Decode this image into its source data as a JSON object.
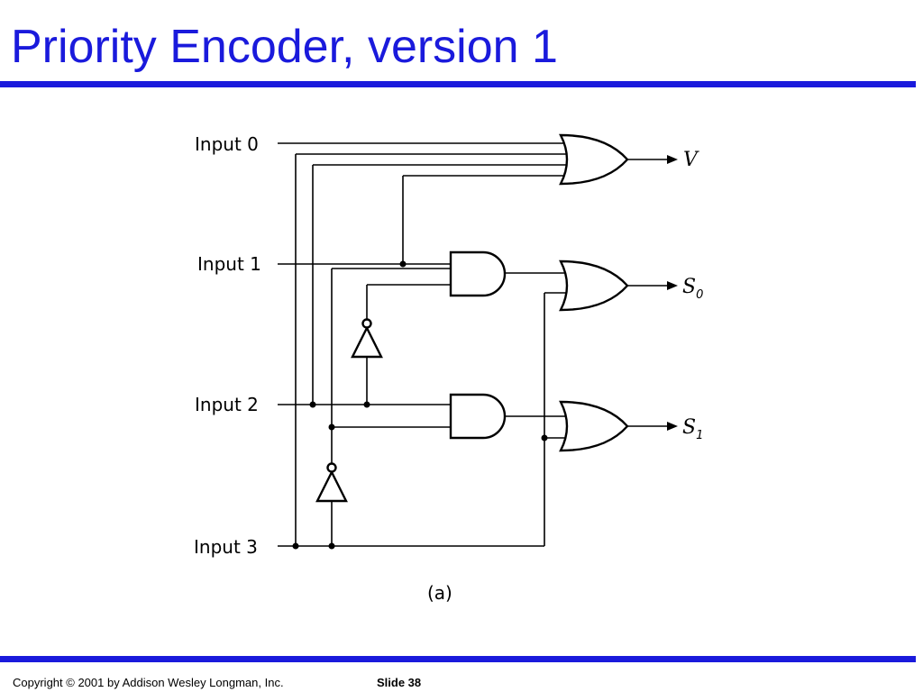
{
  "slide": {
    "title": "Priority Encoder, version 1",
    "copyright": "Copyright © 2001 by Addison Wesley Longman, Inc.",
    "slide_number": "Slide 38"
  },
  "diagram": {
    "inputs": [
      "Input 0",
      "Input 1",
      "Input 2",
      "Input 3"
    ],
    "outputs": {
      "v": {
        "letter": "V",
        "subscript": ""
      },
      "s0": {
        "letter": "S",
        "subscript": "0"
      },
      "s1": {
        "letter": "S",
        "subscript": "1"
      }
    },
    "caption": "(a)"
  }
}
